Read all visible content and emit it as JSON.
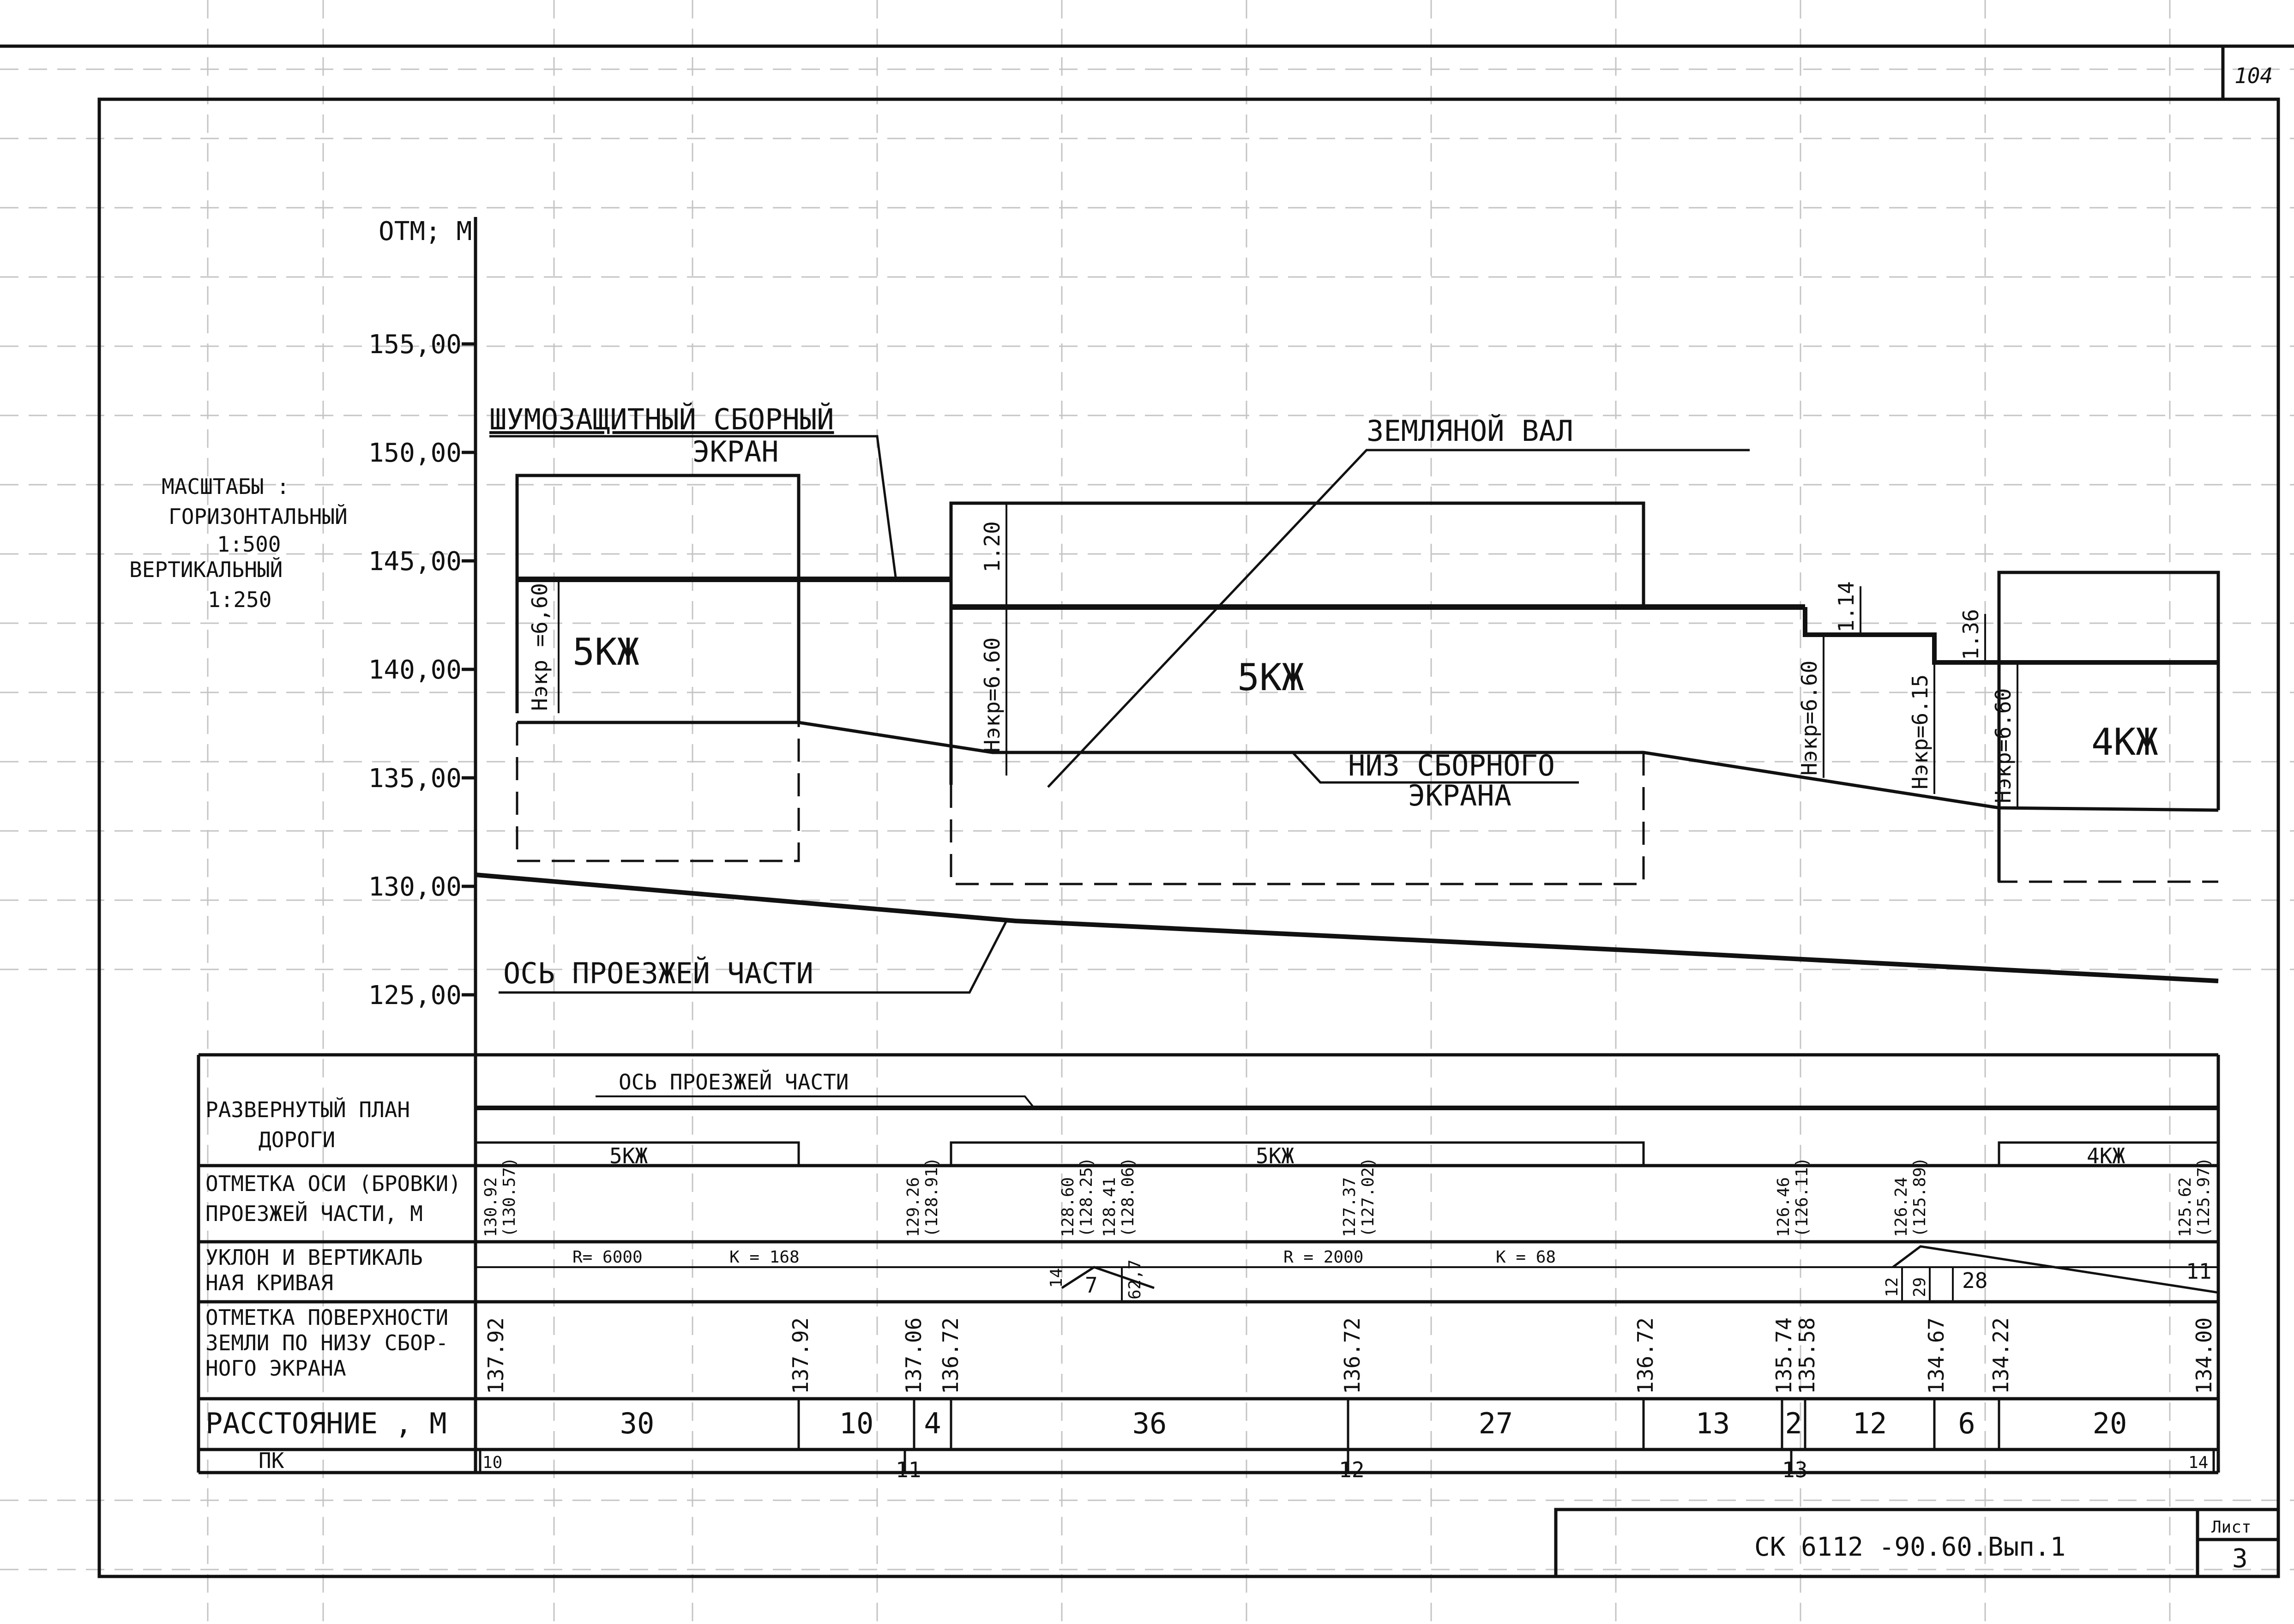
{
  "page_number": "104",
  "title_block": {
    "code": "СК 6112 -90.60.Вып.1",
    "sheet_label": "Лист",
    "sheet_number": "3"
  },
  "elevation_axis": {
    "label": "ОТМ; М",
    "ticks": [
      "155,00",
      "150,00",
      "145,00",
      "140,00",
      "135,00",
      "130,00",
      "125,00"
    ]
  },
  "scales": {
    "title": "МАСШТАБЫ :",
    "horizontal_label": "ГОРИЗОНТАЛЬНЫЙ",
    "horizontal_value": "1:500",
    "vertical_label": "ВЕРТИКАЛЬНЫЙ",
    "vertical_value": "1:250"
  },
  "callouts": {
    "noise_screen_line1": "ШУМОЗАЩИТНЫЙ СБОРНЫЙ",
    "noise_screen_line2": "ЭКРАН",
    "earth_berm": "ЗЕМЛЯНОЙ ВАЛ",
    "screen_bottom_line1": "НИЗ СБОРНОГО",
    "screen_bottom_line2": "ЭКРАНА",
    "road_axis": "ОСЬ ПРОЕЗЖЕЙ ЧАСТИ"
  },
  "screen_types": {
    "left": "5КЖ",
    "middle": "5КЖ",
    "right": "4КЖ"
  },
  "screen_heights": [
    "Нэкр =6,60",
    "Нэкр=6.60",
    "Нэкр=6.60",
    "Нэкр=6.15",
    "Нэкр=6.60"
  ],
  "steps": [
    "1.20",
    "1.14",
    "1.36"
  ],
  "table": {
    "row_labels": {
      "plan_line1": "РАЗВЕРНУТЫЙ ПЛАН",
      "plan_line2": "ДОРОГИ",
      "road_elev_line1": "ОТМЕТКА ОСИ (БРОВКИ)",
      "road_elev_line2": "ПРОЕЗЖЕЙ ЧАСТИ, М",
      "slope_line1": "УКЛОН И ВЕРТИКАЛЬ",
      "slope_line2": "НАЯ КРИВАЯ",
      "ground_line1": "ОТМЕТКА ПОВЕРХНОСТИ",
      "ground_line2": "ЗЕМЛИ ПО НИЗУ СБОР-",
      "ground_line3": "НОГО ЭКРАНА",
      "distance": "РАССТОЯНИЕ , М",
      "pk": "ПК"
    },
    "plan_axis_label": "ОСЬ ПРОЕЗЖЕЙ ЧАСТИ",
    "plan_screens": [
      "5КЖ",
      "5КЖ",
      "4КЖ"
    ],
    "road_elevations": [
      [
        "130.92",
        "(130.57)"
      ],
      [
        "129.26",
        "(128.91)"
      ],
      [
        "128.60",
        "(128.25)"
      ],
      [
        "128.41",
        "(128.06)"
      ],
      [
        "127.37",
        "(127.02)"
      ],
      [
        "126.46",
        "(126.11)"
      ],
      [
        "126.24",
        "(125.89)"
      ],
      [
        "125.62",
        "(125.97)"
      ]
    ],
    "curves": {
      "r1": "R= 6000",
      "k1": "К = 168",
      "r2": "R = 2000",
      "k2": "К = 68",
      "slopes": [
        "14",
        "7",
        "62,7",
        "12",
        "29",
        "28",
        "11"
      ]
    },
    "ground_elevations": [
      "137.92",
      "137.92",
      "137.06",
      "136.72",
      "136.72",
      "136.72",
      "135.74",
      "135.58",
      "134.67",
      "134.22",
      "134.00"
    ],
    "distances": [
      "30",
      "10",
      "4",
      "36",
      "27",
      "13",
      "2",
      "12",
      "6",
      "20"
    ],
    "pickets": [
      "10",
      "11",
      "12",
      "13",
      "14"
    ]
  }
}
